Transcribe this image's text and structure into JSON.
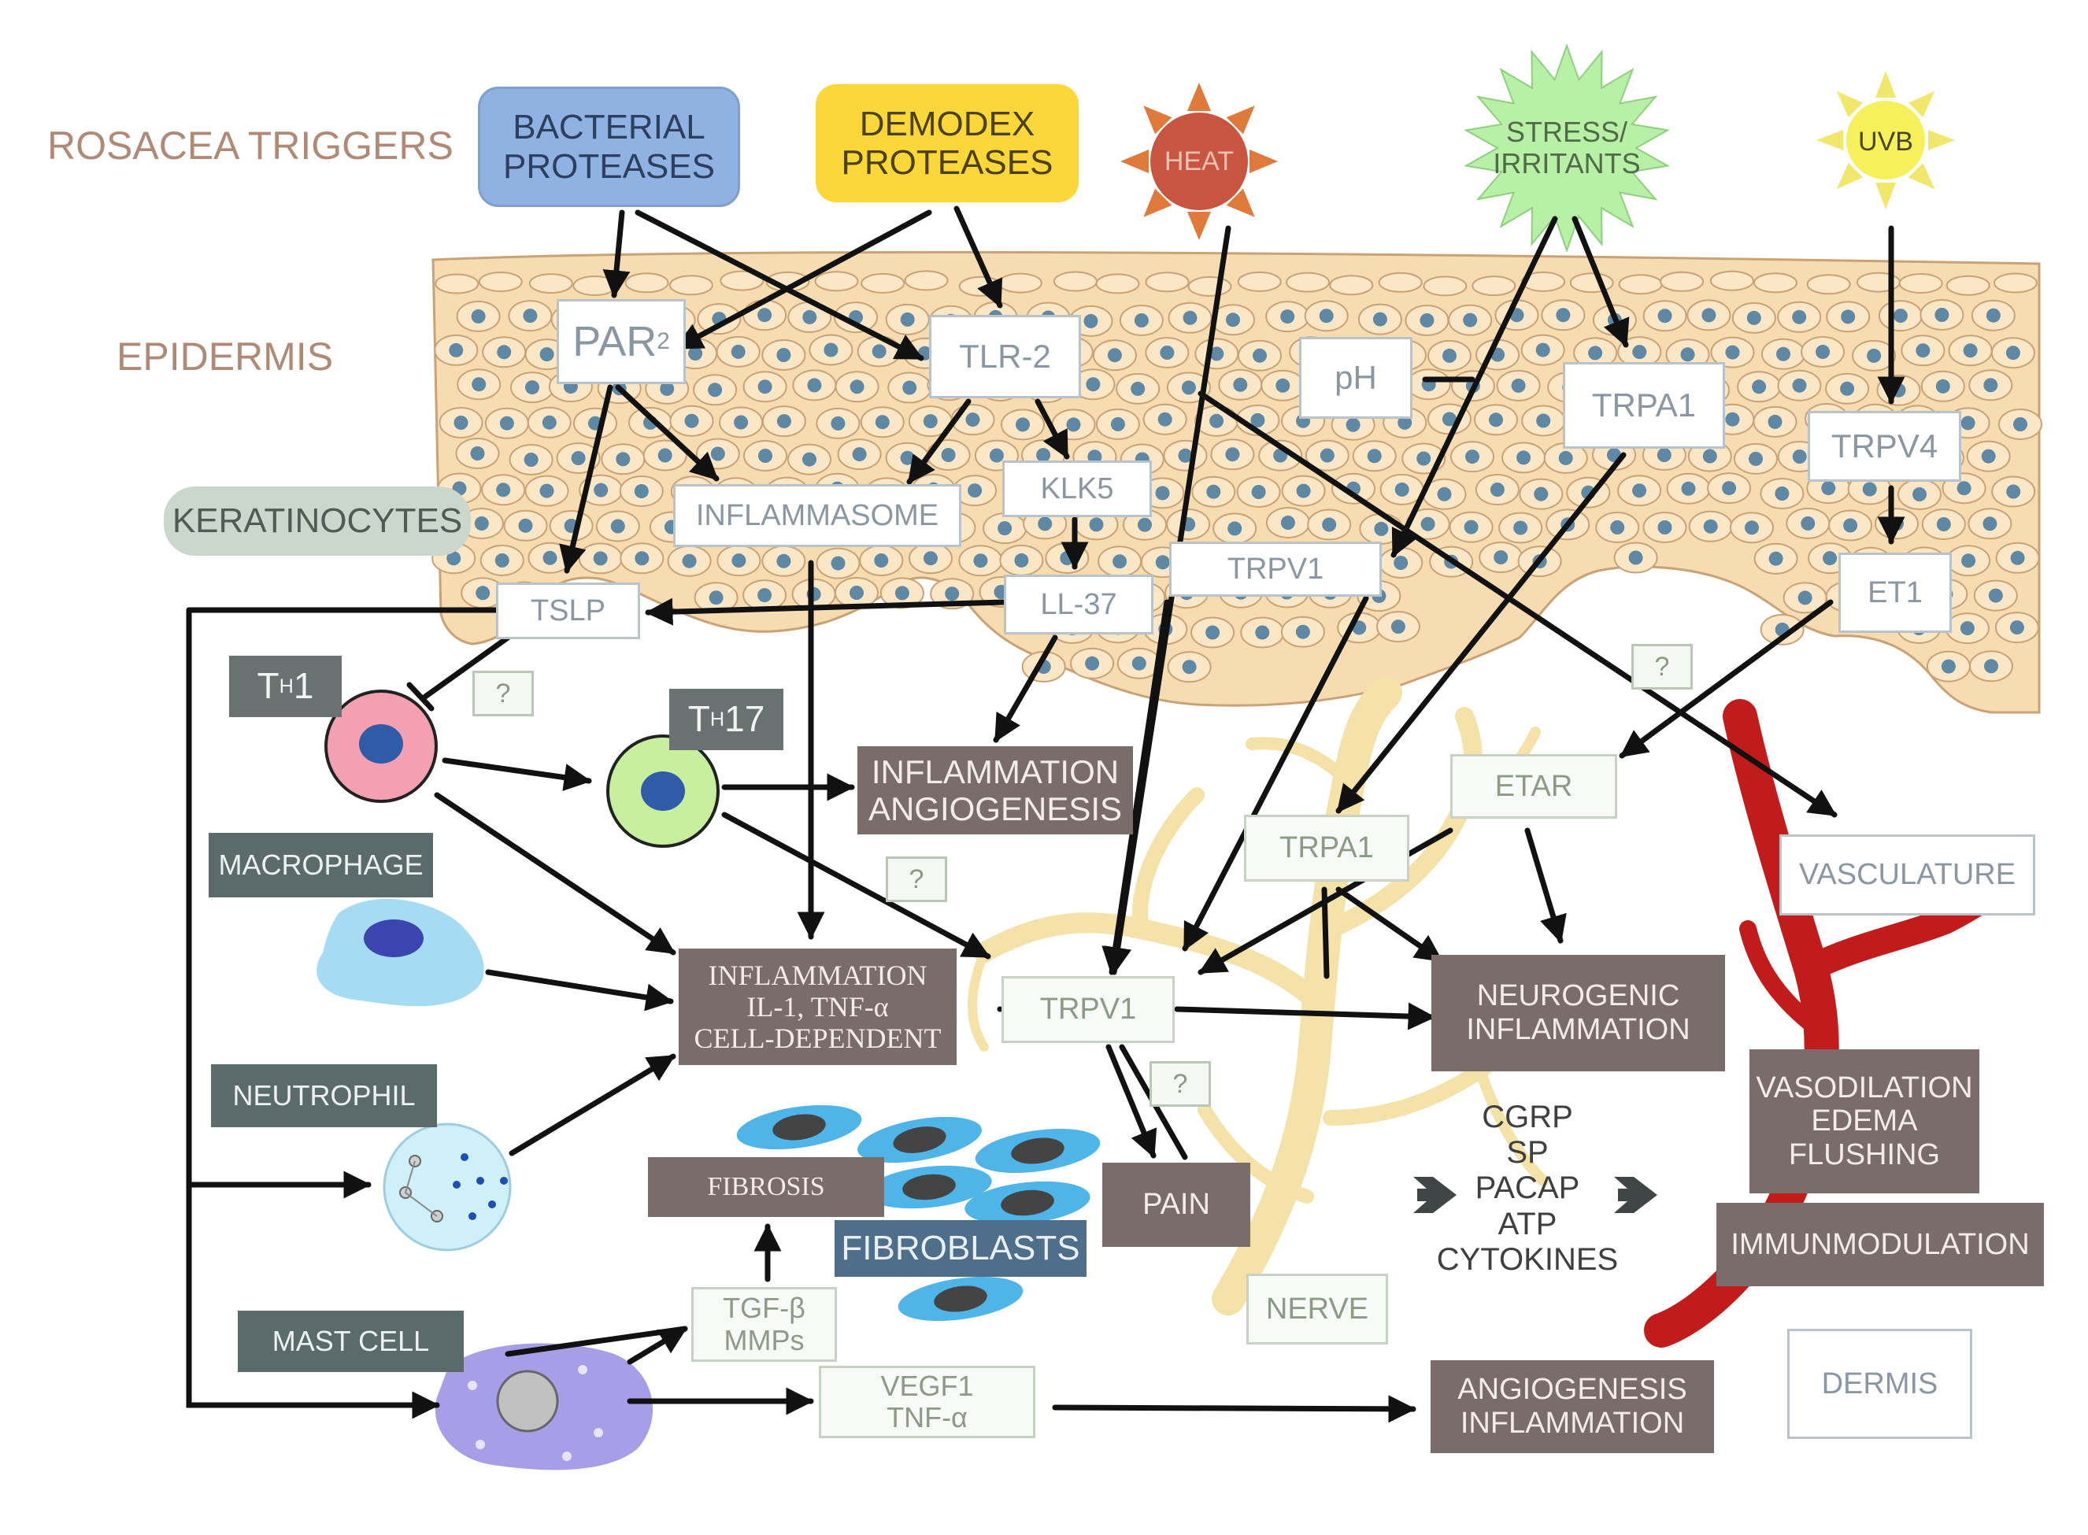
{
  "triggers": {
    "title": "ROSACEA TRIGGERS",
    "bacterial": "BACTERIAL\nPROTEASES",
    "demodex": "DEMODEX\nPROTEASES",
    "heat": "HEAT",
    "stress": "STRESS/\nIRRITANTS",
    "uvb": "UVB"
  },
  "layers": {
    "epidermis": "EPIDERMIS",
    "keratinocytes": "KERATINOCYTES",
    "vasculature": "VASCULATURE",
    "nerve": "NERVE",
    "dermis": "DERMIS"
  },
  "epidermal_nodes": {
    "par2": "PAR",
    "par2_sub": "2",
    "tlr2": "TLR-2",
    "ph": "pH",
    "trpa1": "TRPA1",
    "trpv4": "TRPV4",
    "inflammasome": "INFLAMMASOME",
    "klk5": "KLK5",
    "trpv1": "TRPV1",
    "et1": "ET1",
    "tslp": "TSLP",
    "ll37": "LL-37"
  },
  "dermal_nodes": {
    "etar": "ETAR",
    "trpa1": "TRPA1",
    "trpv1": "TRPV1",
    "tgf": "TGF-β\nMMPs",
    "vegf": "VEGF1\nTNF-α"
  },
  "question_mark": "?",
  "cells": {
    "th1": "T",
    "th1_sub": "H",
    "th1_num": "1",
    "th17": "T",
    "th17_sub": "H",
    "th17_num": "17",
    "macrophage": "MACROPHAGE",
    "neutrophil": "NEUTROPHIL",
    "mast_cell": "MAST CELL",
    "fibroblasts": "FIBROBLASTS"
  },
  "outcomes": {
    "inflam_angio": "INFLAMMATION\nANGIOGENESIS",
    "inflam_il1": "INFLAMMATION\nIL-1, TNF-α\nCELL-DEPENDENT",
    "fibrosis": "FIBROSIS",
    "pain": "PAIN",
    "neurogenic": "NEUROGENIC\nINFLAMMATION",
    "vasodilation": "VASODILATION\nEDEMA\nFLUSHING",
    "immunmodulation": "IMMUNMODULATION",
    "angio_inflam": "ANGIOGENESIS\nINFLAMMATION"
  },
  "mediators": "CGRP\nSP\nPACAP\nATP\nCYTOKINES",
  "colors": {
    "bacterial_fill": "#8fb2e2",
    "demodex_fill": "#fcd73a",
    "heat_sun": "#c8553f",
    "heat_rays": "#e07a3a",
    "stress_star": "#b8f0a8",
    "uvb_center": "#f6f05a",
    "uvb_rays": "#f1e76c",
    "label_text": "#b08a76",
    "outcome_box": "#7a6c6a",
    "cell_box": "#5b6b6c",
    "vessel": "#c21b1b",
    "nerve": "#f5e2a8"
  }
}
